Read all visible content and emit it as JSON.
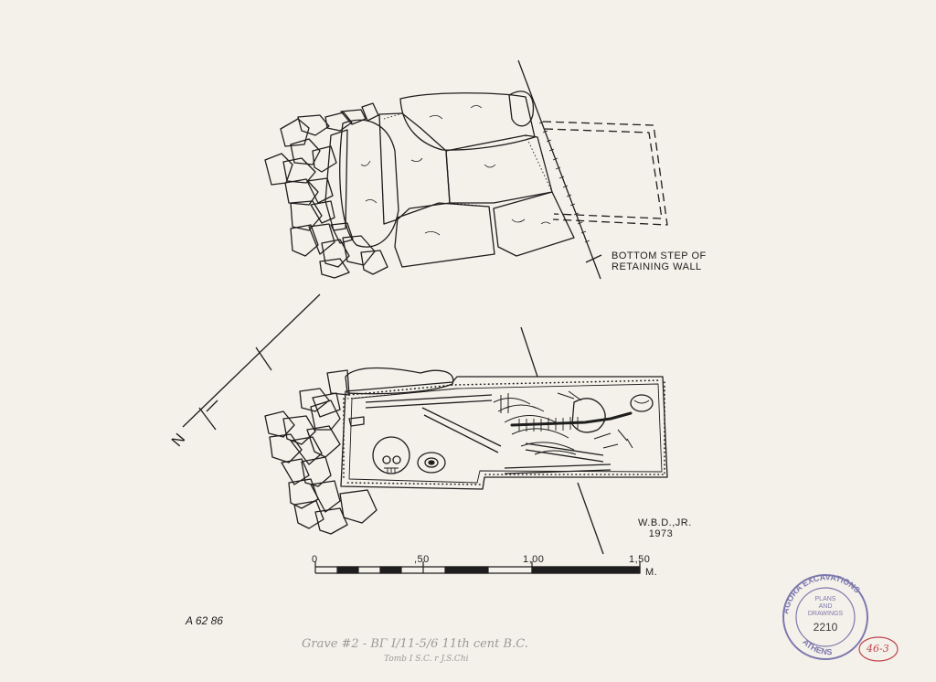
{
  "label": {
    "line1": "BOTTOM STEP OF",
    "line2": "RETAINING WALL"
  },
  "north_letter": "N",
  "author": {
    "name": "W.B.D.,JR.",
    "year": "1973"
  },
  "scale": {
    "ticks": [
      "0",
      ",50",
      "1,00",
      "1,50"
    ],
    "unit": "M."
  },
  "inventory_no": "A 62 86",
  "handwritten": {
    "line1": "Grave #2 - BΓ I/11-5/6   11th cent B.C.",
    "line2": "Tomb I S.C. r J.S.Chi"
  },
  "stamp": {
    "ring_text": "AGORA EXCAVATIONS",
    "bottom_text": "ATHENS",
    "line1": "PLANS",
    "line2": "AND",
    "line3": "DRAWINGS",
    "number": "2210"
  },
  "sheet_mark": "46-3",
  "colors": {
    "paper": "#f4f1ea",
    "ink": "#1e1e1e",
    "stamp": "#7d78ad",
    "mark": "#c0464f",
    "pencil": "#9a9a98"
  }
}
